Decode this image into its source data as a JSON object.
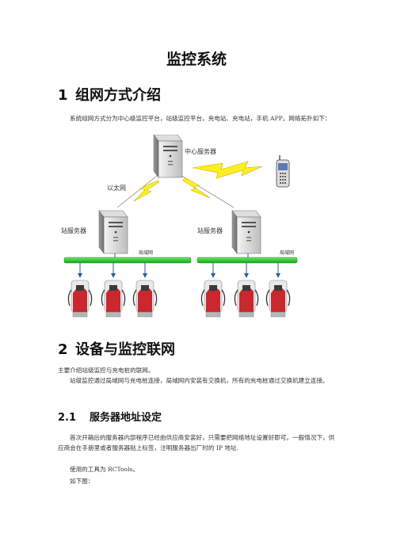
{
  "document": {
    "title": "监控系统"
  },
  "section1": {
    "number": "1",
    "heading": "组网方式介绍",
    "paragraph": "系统组网方式分为中心级监控平台，站级监控平台，充电站、充电站，手机 APP。网络拓扑如下：",
    "diagram": {
      "center_server_label": "中心服务器",
      "ethernet_label": "以太网",
      "station_server_left_label": "站服务器",
      "station_server_right_label": "站服务器",
      "lan_left_label": "局域网",
      "lan_right_label": "局域网"
    }
  },
  "section2": {
    "number": "2",
    "heading": "设备与监控联网",
    "paragraph1": "主要介绍站级监控与充电桩的联网。",
    "paragraph2": "站级监控通过局域网与充电桩连接，局域网内安装有交换机，所有的充电桩通过交换机建立连接。"
  },
  "section2_1": {
    "number": "2.1",
    "heading": "服务器地址设定",
    "paragraph1": "首次开箱后的服务器内部程序已经由供应商安装好，只需要把网络地址设置好即可。一般情况下，供应商会在手册里或者服务器贴上标签，注明服务器出厂时的 IP 地址.",
    "paragraph2": "使用的工具为 RCTools。",
    "paragraph3": "如下图："
  },
  "colors": {
    "lan_bar": "#33cc33",
    "lightning": "#ffee22",
    "charger_red": "#c8282e",
    "arrow": "#2a5aa8"
  }
}
